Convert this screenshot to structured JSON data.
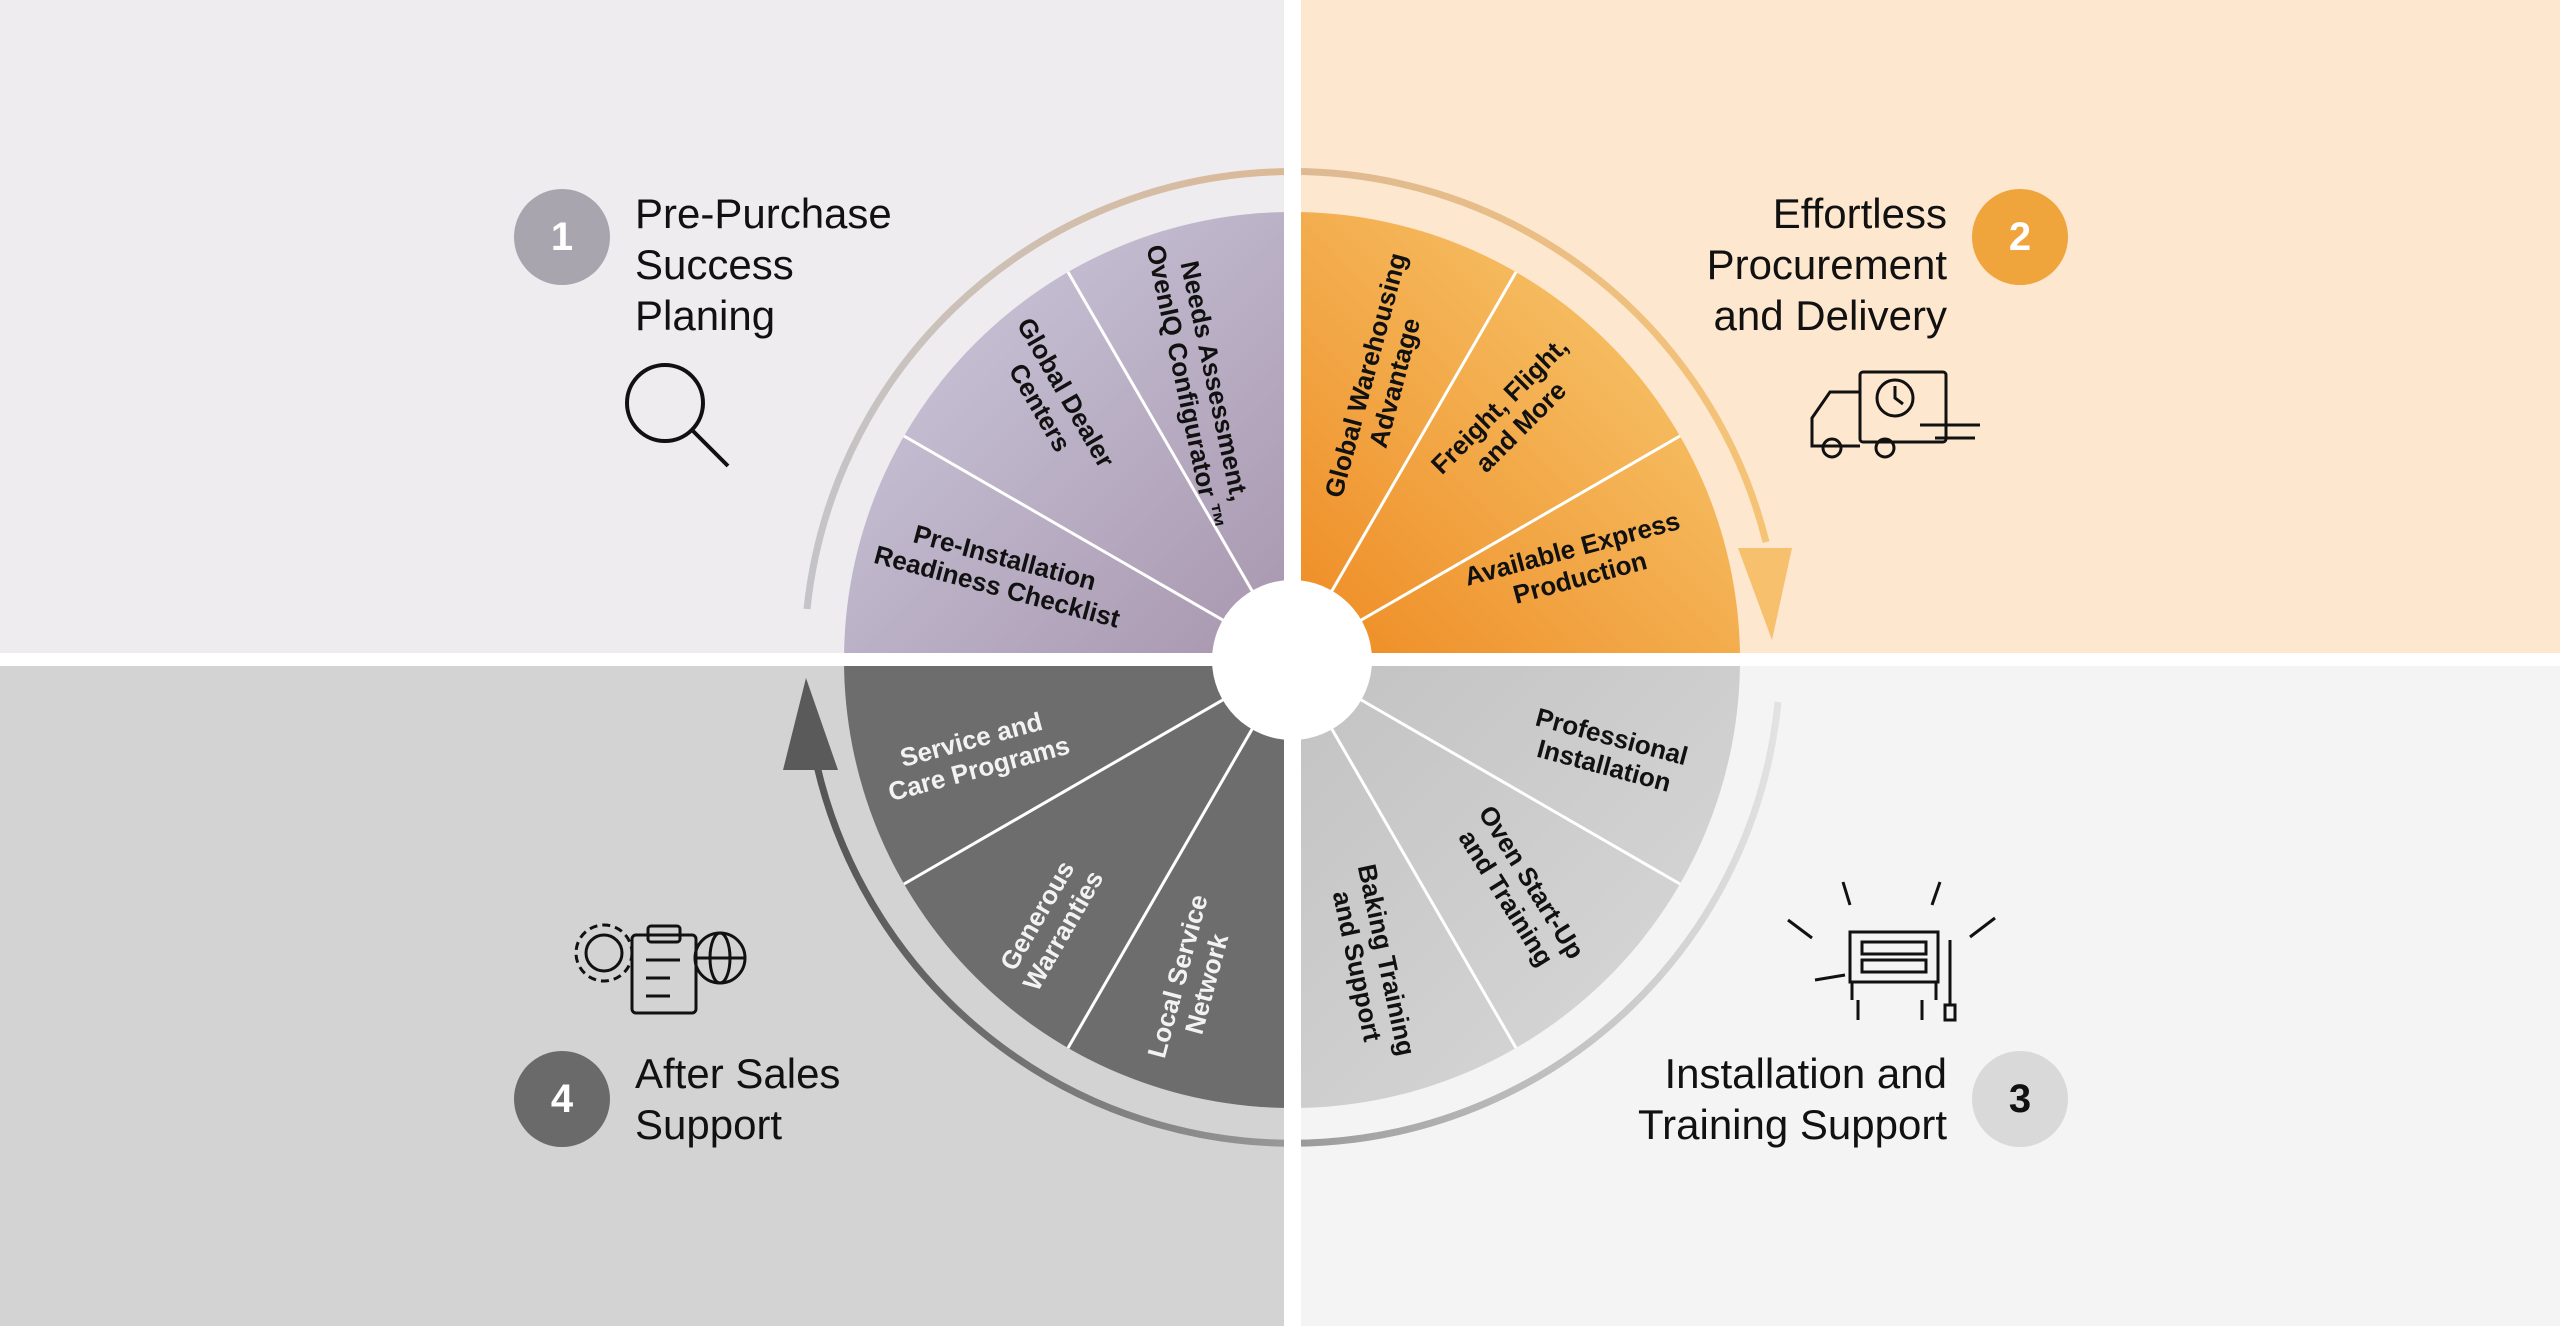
{
  "colors": {
    "quadrant_1_bg": "#eeecef",
    "quadrant_2_bg": "#fde7cf",
    "quadrant_3_bg": "#f4f4f4",
    "quadrant_4_bg": "#d4d3d4",
    "badge_1": "#a8a5ae",
    "badge_2": "#f0a43c",
    "badge_3": "#d9d9d9",
    "badge_4": "#6b6a6b"
  },
  "quadrants": [
    {
      "number": "1",
      "title_lines": [
        "Pre-Purchase",
        "Success",
        "Planing"
      ],
      "icon": "magnifier-icon",
      "segments": [
        [
          "Pre-Installation",
          "Readiness Checklist"
        ],
        [
          "Global Dealer",
          "Centers"
        ],
        [
          "Needs Assessment,",
          "OvenIQ Configurator ™"
        ]
      ]
    },
    {
      "number": "2",
      "title_lines": [
        "Effortless",
        "Procurement",
        "and Delivery"
      ],
      "icon": "delivery-truck-icon",
      "segments": [
        [
          "Global Warehousing",
          "Advantage"
        ],
        [
          "Freight, Flight,",
          "and More"
        ],
        [
          "Available Express",
          "Production"
        ]
      ]
    },
    {
      "number": "3",
      "title_lines": [
        "Installation and",
        "Training Support"
      ],
      "icon": "oven-installation-icon",
      "segments": [
        [
          "Professional",
          "Installation"
        ],
        [
          "Oven Start-Up",
          "and Training"
        ],
        [
          "Baking Training",
          "and Support"
        ]
      ]
    },
    {
      "number": "4",
      "title_lines": [
        "After Sales",
        "Support"
      ],
      "icon": "service-checklist-globe-icon",
      "segments": [
        [
          "Service and",
          "Care Programs"
        ],
        [
          "Generous",
          "Warranties"
        ],
        [
          "Local Service",
          "Network"
        ]
      ]
    }
  ]
}
